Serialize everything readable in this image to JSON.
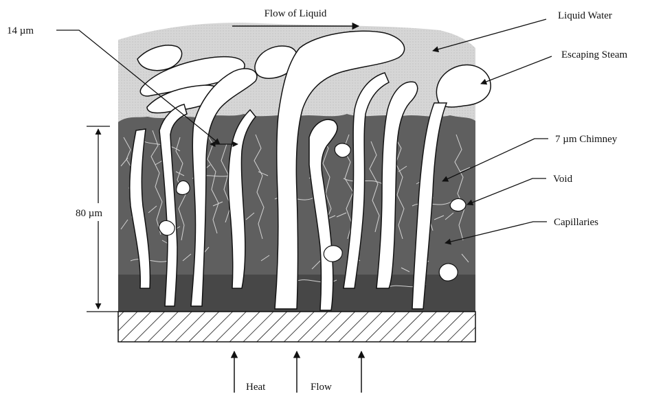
{
  "labels": {
    "flow_of_liquid": "Flow of Liquid",
    "liquid_water": "Liquid Water",
    "escaping_steam": "Escaping Steam",
    "fourteen_um": "14 µm",
    "chimney": "7 µm Chimney",
    "void": "Void",
    "capillaries": "Capillaries",
    "eighty_um": "80 µm",
    "heat": "Heat",
    "flow": "Flow"
  },
  "colors": {
    "background": "#ffffff",
    "liquid_layer": "#d4d4d4",
    "deposit_layer": "#5f5f5f",
    "deposit_dark": "#474747",
    "steam": "#ffffff",
    "line": "#111111"
  }
}
